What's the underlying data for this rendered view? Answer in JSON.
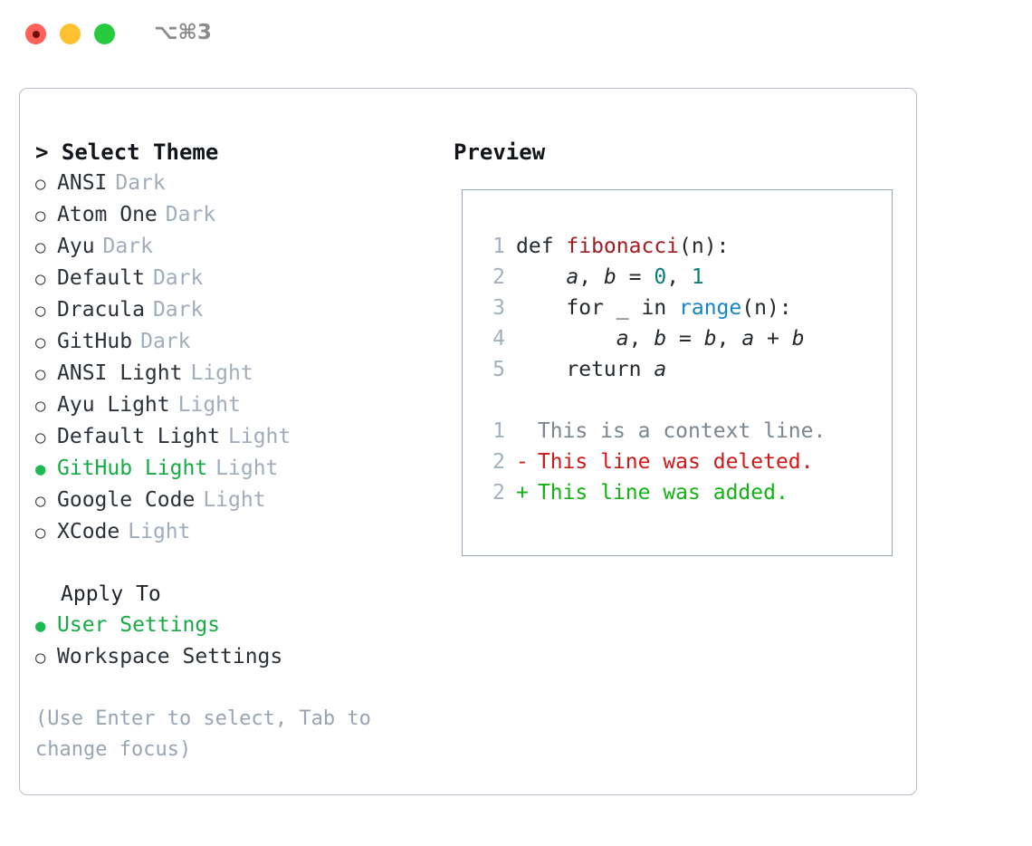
{
  "window": {
    "shortcut_label": "⌥⌘3",
    "traffic_lights": [
      {
        "name": "close",
        "color": "#ff6159"
      },
      {
        "name": "minimize",
        "color": "#ffc130"
      },
      {
        "name": "zoom",
        "color": "#27c93f"
      }
    ]
  },
  "theme_picker": {
    "header": "> Select Theme",
    "marker_selected": "●",
    "marker_unselected": "○",
    "items": [
      {
        "label": "ANSI",
        "variant": "Dark",
        "selected": false
      },
      {
        "label": "Atom One",
        "variant": "Dark",
        "selected": false
      },
      {
        "label": "Ayu",
        "variant": "Dark",
        "selected": false
      },
      {
        "label": "Default",
        "variant": "Dark",
        "selected": false
      },
      {
        "label": "Dracula",
        "variant": "Dark",
        "selected": false
      },
      {
        "label": "GitHub",
        "variant": "Dark",
        "selected": false
      },
      {
        "label": "ANSI Light",
        "variant": "Light",
        "selected": false
      },
      {
        "label": "Ayu Light",
        "variant": "Light",
        "selected": false
      },
      {
        "label": "Default Light",
        "variant": "Light",
        "selected": false
      },
      {
        "label": "GitHub Light",
        "variant": "Light",
        "selected": true
      },
      {
        "label": "Google Code",
        "variant": "Light",
        "selected": false
      },
      {
        "label": "XCode",
        "variant": "Light",
        "selected": false
      }
    ]
  },
  "apply_to": {
    "title": "Apply To",
    "items": [
      {
        "label": "User Settings",
        "selected": true
      },
      {
        "label": "Workspace Settings",
        "selected": false
      }
    ]
  },
  "hint": "(Use Enter to select, Tab to change focus)",
  "preview": {
    "title": "Preview",
    "code_lines": [
      {
        "ln": "1",
        "tokens": [
          {
            "text": "def ",
            "type": "plain"
          },
          {
            "text": "fibonacci",
            "type": "func"
          },
          {
            "text": "(n):",
            "type": "plain"
          }
        ]
      },
      {
        "ln": "2",
        "tokens": [
          {
            "text": "    ",
            "type": "plain"
          },
          {
            "text": "a",
            "type": "var"
          },
          {
            "text": ", ",
            "type": "plain"
          },
          {
            "text": "b",
            "type": "var"
          },
          {
            "text": " = ",
            "type": "plain"
          },
          {
            "text": "0",
            "type": "num"
          },
          {
            "text": ", ",
            "type": "plain"
          },
          {
            "text": "1",
            "type": "num"
          }
        ]
      },
      {
        "ln": "3",
        "tokens": [
          {
            "text": "    for _ in ",
            "type": "plain"
          },
          {
            "text": "range",
            "type": "call"
          },
          {
            "text": "(n):",
            "type": "plain"
          }
        ]
      },
      {
        "ln": "4",
        "tokens": [
          {
            "text": "        ",
            "type": "plain"
          },
          {
            "text": "a",
            "type": "var"
          },
          {
            "text": ", ",
            "type": "plain"
          },
          {
            "text": "b",
            "type": "var"
          },
          {
            "text": " = ",
            "type": "plain"
          },
          {
            "text": "b",
            "type": "var"
          },
          {
            "text": ", ",
            "type": "plain"
          },
          {
            "text": "a",
            "type": "var"
          },
          {
            "text": " + ",
            "type": "plain"
          },
          {
            "text": "b",
            "type": "var"
          }
        ]
      },
      {
        "ln": "5",
        "tokens": [
          {
            "text": "    return ",
            "type": "plain"
          },
          {
            "text": "a",
            "type": "var"
          }
        ]
      }
    ],
    "diff_lines": [
      {
        "ln": "1",
        "sign": " ",
        "text": "This is a context line.",
        "kind": "context"
      },
      {
        "ln": "2",
        "sign": "-",
        "text": "This line was deleted.",
        "kind": "deleted"
      },
      {
        "ln": "2",
        "sign": "+",
        "text": "This line was added.",
        "kind": "added"
      }
    ]
  },
  "colors": {
    "accent_green": "#17ab46",
    "muted": "#a2acbb",
    "hint": "#9aa4b3",
    "diff_add": "#12b312",
    "diff_del": "#d01818",
    "token_func": "#a31c22",
    "token_num": "#0a7d7d",
    "token_call": "#1384c9"
  }
}
